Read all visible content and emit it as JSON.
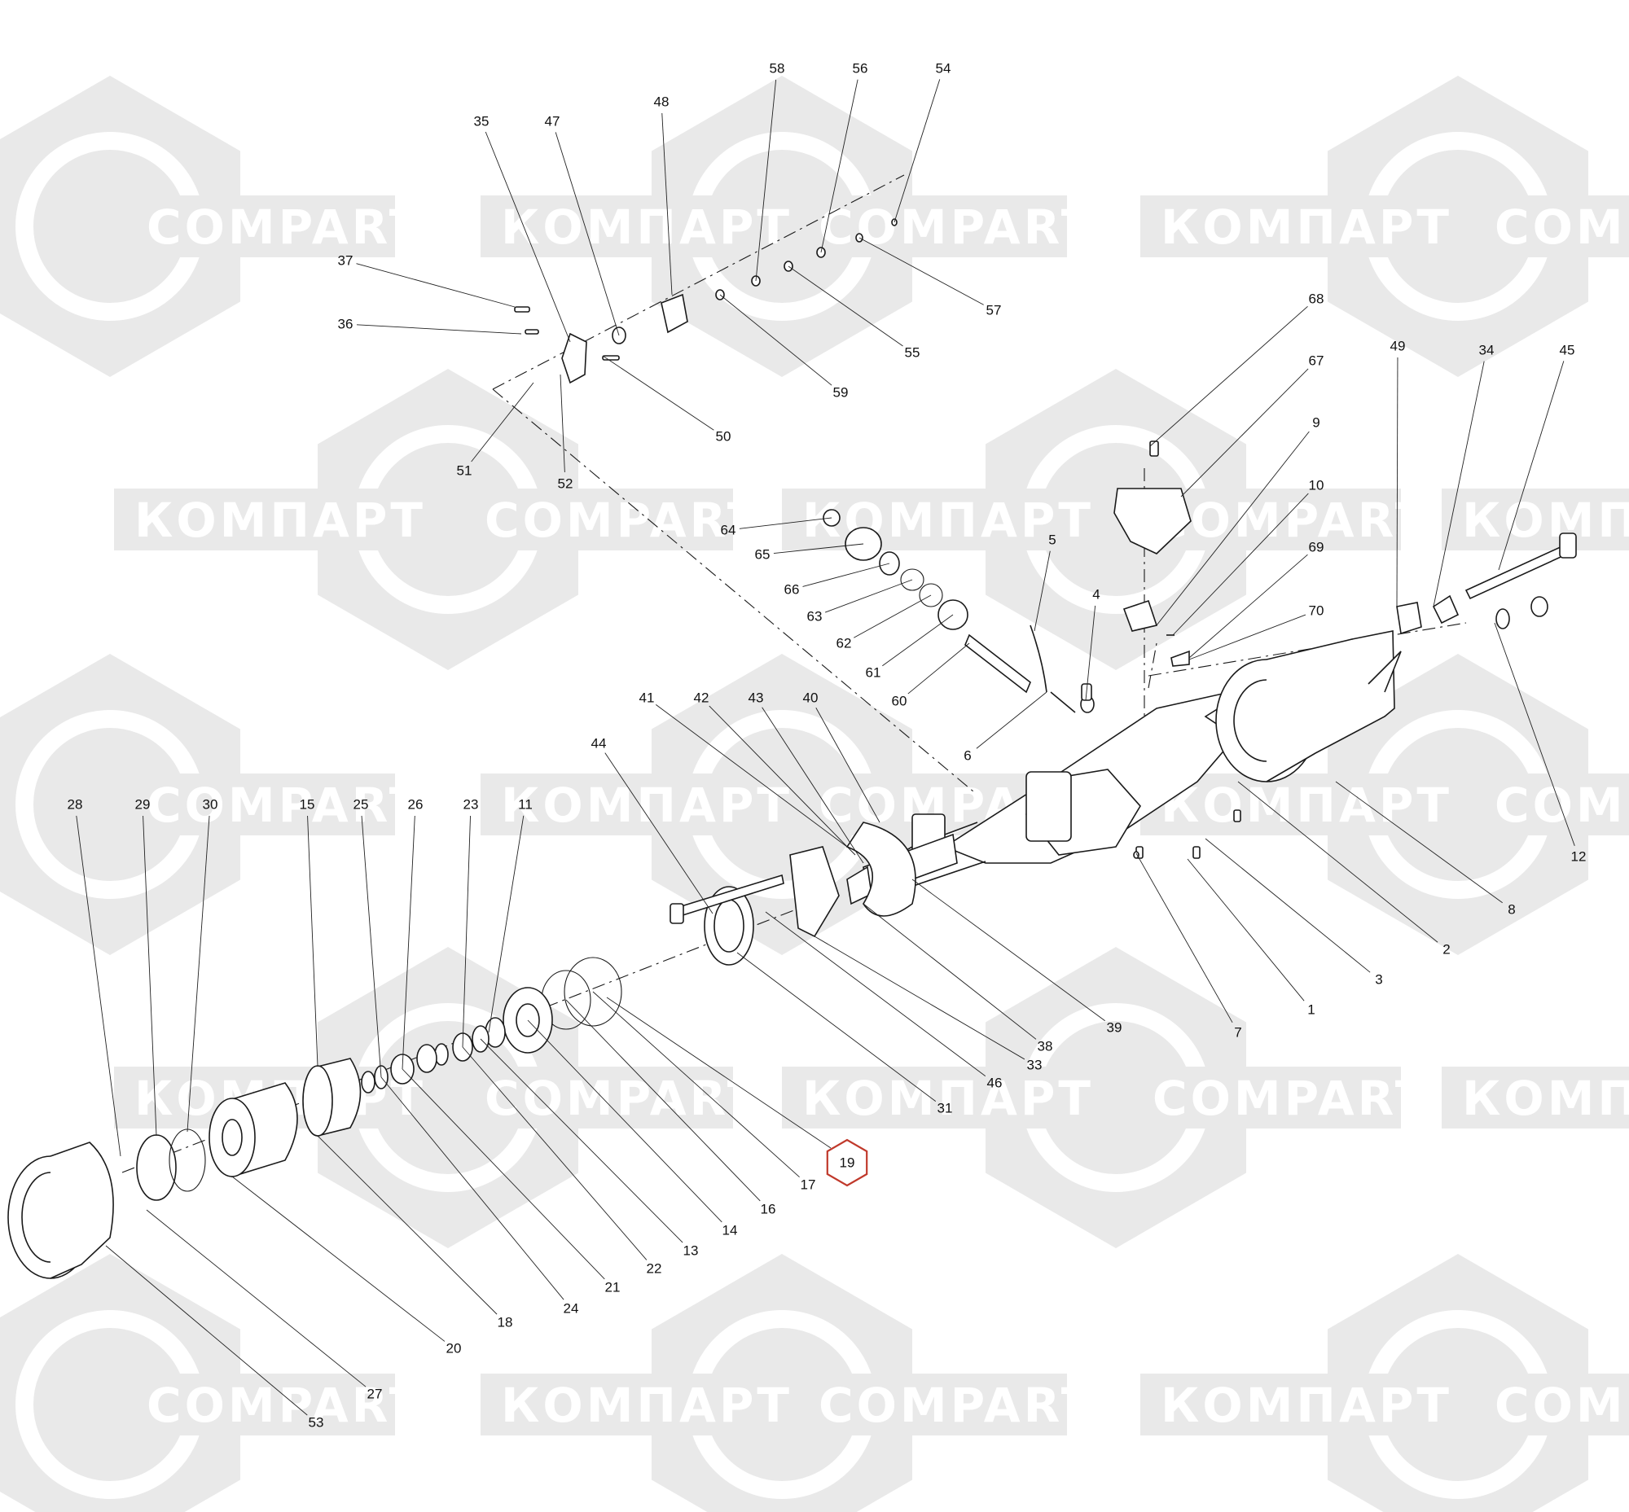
{
  "watermark": {
    "brand_latin": "COMPART",
    "brand_cyrillic": "КОМПАРТ"
  },
  "highlight": {
    "label": "19",
    "color": "#c0392b"
  },
  "callouts": [
    "1",
    "2",
    "3",
    "4",
    "5",
    "6",
    "7",
    "8",
    "9",
    "10",
    "11",
    "12",
    "13",
    "14",
    "15",
    "16",
    "17",
    "18",
    "20",
    "21",
    "22",
    "23",
    "24",
    "25",
    "26",
    "27",
    "28",
    "29",
    "30",
    "31",
    "33",
    "34",
    "35",
    "36",
    "37",
    "38",
    "39",
    "40",
    "41",
    "42",
    "43",
    "44",
    "45",
    "46",
    "47",
    "48",
    "49",
    "50",
    "51",
    "52",
    "53",
    "54",
    "55",
    "56",
    "57",
    "58",
    "59",
    "60",
    "61",
    "62",
    "63",
    "64",
    "65",
    "66",
    "67",
    "68",
    "69",
    "70"
  ]
}
